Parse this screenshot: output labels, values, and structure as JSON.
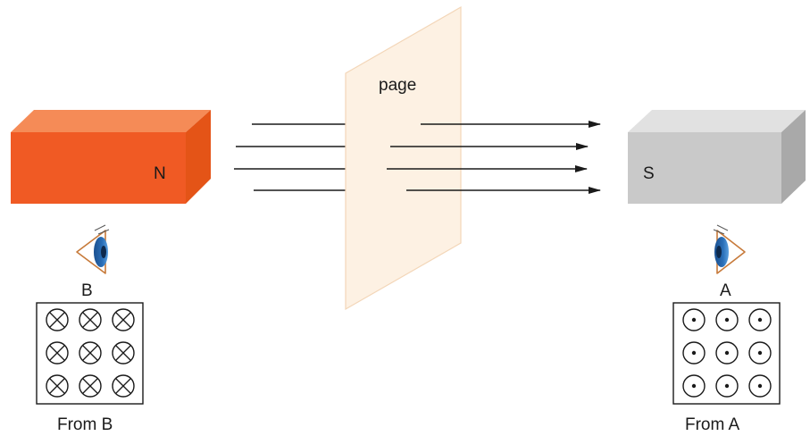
{
  "labels": {
    "page": "page",
    "north_pole": "N",
    "south_pole": "S",
    "observer_left": "B",
    "observer_right": "A",
    "caption_left": "From B",
    "caption_right": "From A"
  },
  "grid_left": {
    "rows": 3,
    "cols": 3,
    "symbol": "cross-circle",
    "meaning": "field into the page"
  },
  "grid_right": {
    "rows": 3,
    "cols": 3,
    "symbol": "dot-circle",
    "meaning": "field out of the page"
  },
  "field_lines": {
    "count": 4,
    "direction": "from N to S"
  },
  "colors": {
    "north_magnet_front": "#f05a24",
    "north_magnet_top": "#f58b57",
    "north_magnet_side": "#e8571e",
    "south_magnet_front": "#c9c9c9",
    "south_magnet_top": "#e1e1e1",
    "south_magnet_side": "#a9a9a9",
    "page_fill": "#fdf1e3",
    "page_stroke": "#f3d6b8",
    "line": "#1a1a1a",
    "eye_iris": "#2a6fb8",
    "eye_outline": "#c77a3a"
  }
}
